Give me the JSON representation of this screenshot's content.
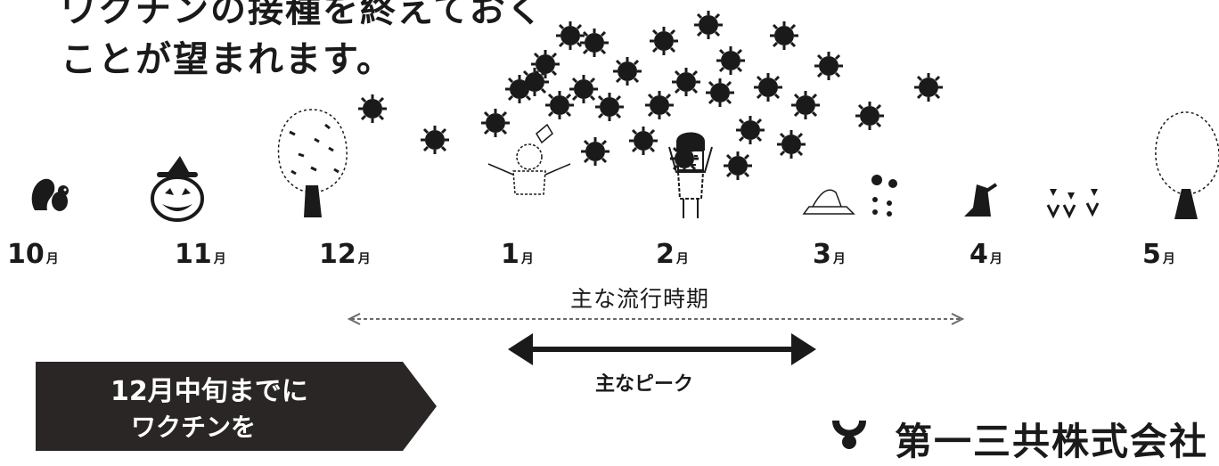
{
  "intro": {
    "line1": "ワクチンの接種を終えておく",
    "line2": "ことが望まれます。"
  },
  "months": [
    {
      "num": "10",
      "unit": "月"
    },
    {
      "num": "11",
      "unit": "月"
    },
    {
      "num": "12",
      "unit": "月"
    },
    {
      "num": "1",
      "unit": "月"
    },
    {
      "num": "2",
      "unit": "月"
    },
    {
      "num": "3",
      "unit": "月"
    },
    {
      "num": "4",
      "unit": "月"
    },
    {
      "num": "5",
      "unit": "月"
    }
  ],
  "season": {
    "label": "主な流行時期",
    "peak_label": "主なピーク"
  },
  "banner": {
    "line1": "12月中旬までに",
    "line2": "ワクチンを"
  },
  "company": {
    "name": "第一三共株式会社"
  },
  "colors": {
    "ink": "#1a1a1a",
    "banner": "#2a2625",
    "banner_text": "#ffffff"
  },
  "illustrations": [
    "squirrel-icon",
    "jack-o-lantern-icon",
    "autumn-tree-icon",
    "snowman-icon",
    "oni-demon-icon",
    "hina-doll-icon",
    "tree-stump-icon",
    "tulips-icon",
    "spring-tree-icon"
  ],
  "virus_icon": "virus-icon"
}
